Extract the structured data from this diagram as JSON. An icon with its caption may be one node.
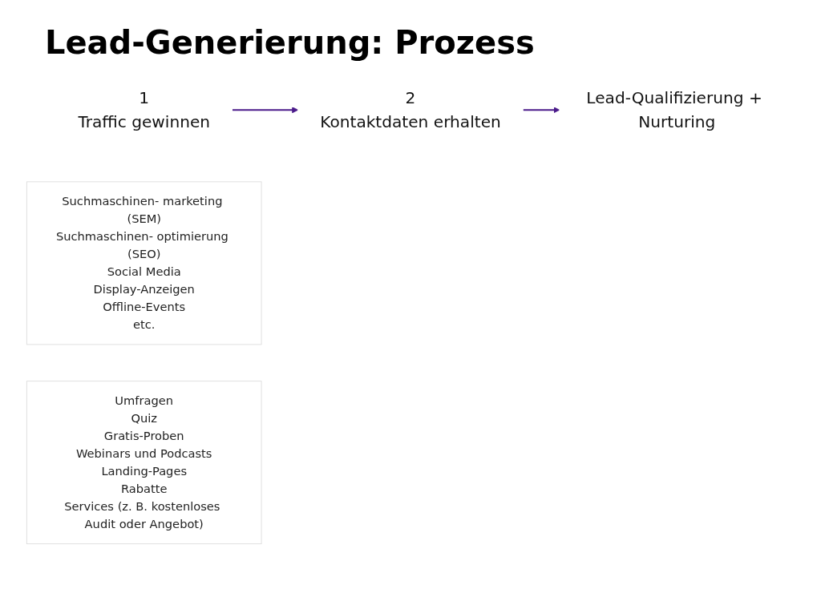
{
  "diagram": {
    "title": "Lead-Generierung: Prozess",
    "nodes": [
      {
        "text": [
          "1",
          "Traffic gewinnen"
        ]
      },
      {
        "text": [
          "Suchmaschinen- marketing (SEM)",
          "Suchmaschinen- optimierung (SEO)",
          "Social Media",
          "Display-Anzeigen",
          "Offline-Events",
          "etc."
        ]
      },
      {
        "text": [
          "2",
          "Kontaktdaten erhalten"
        ]
      },
      {
        "text": [
          "Umfragen",
          "Quiz",
          "Gratis-Proben",
          "Webinars und Podcasts",
          "Landing-Pages",
          "Rabatte",
          "Services (z. B. kostenloses Audit oder Angebot)"
        ]
      },
      {
        "text": [
          "Lead-Qualifizierung + Nurturing"
        ]
      }
    ],
    "edges": [
      {
        "from": 0,
        "to": 2,
        "arrow": "to"
      },
      {
        "from": 2,
        "to": 4,
        "arrow": "to"
      }
    ]
  }
}
